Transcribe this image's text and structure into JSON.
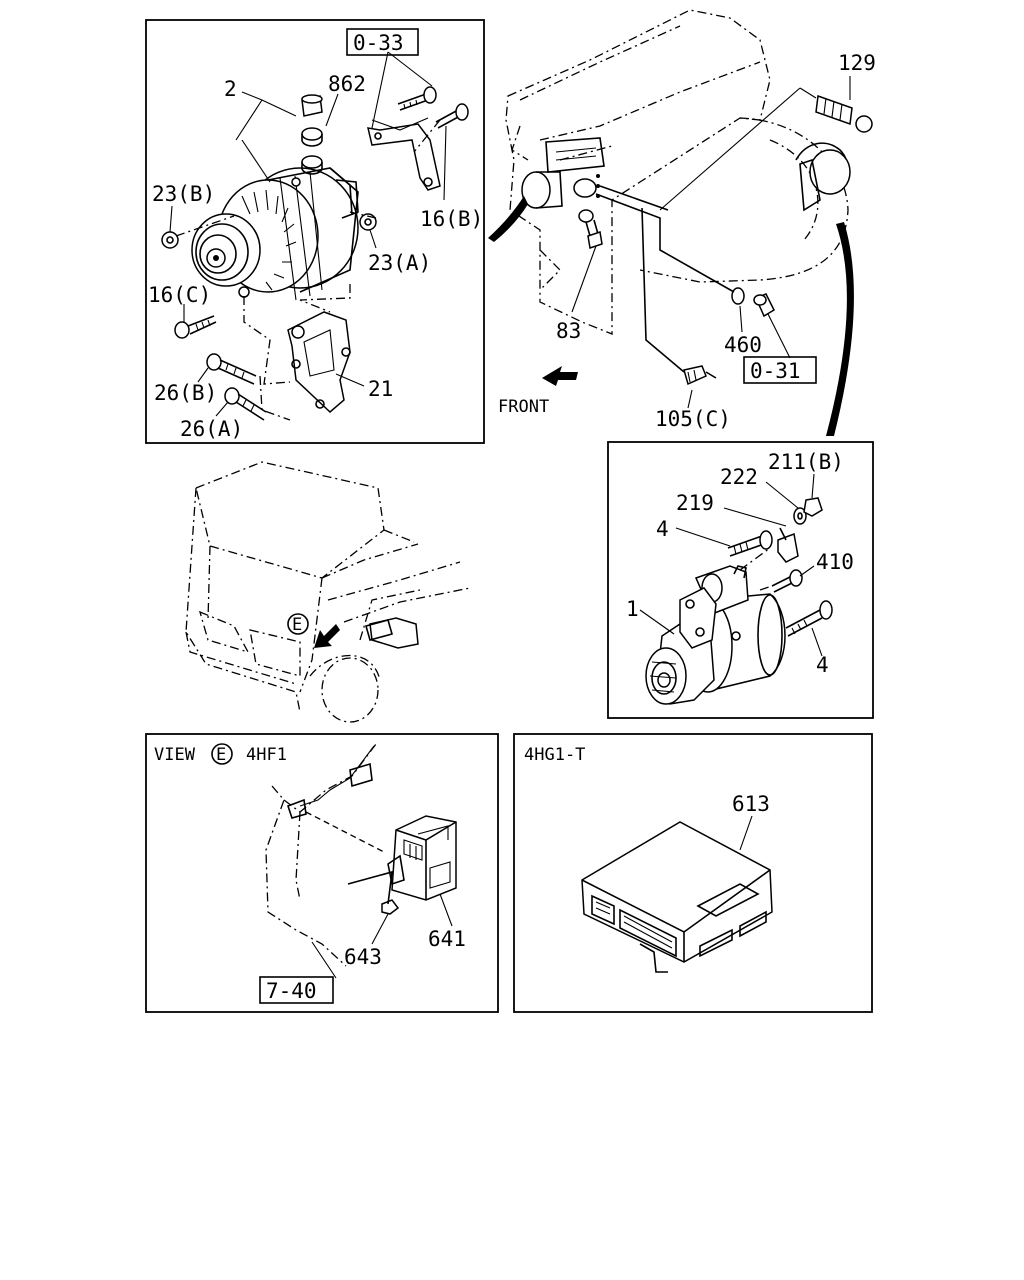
{
  "callouts": {
    "c2": "2",
    "c862": "862",
    "c0_33": "0-33",
    "c23b": "23(B)",
    "c16b": "16(B)",
    "c23a": "23(A)",
    "c16c": "16(C)",
    "c21": "21",
    "c26b": "26(B)",
    "c26a": "26(A)",
    "c129": "129",
    "c83": "83",
    "c460": "460",
    "c0_31": "0-31",
    "front": "FRONT",
    "c105c": "105(C)",
    "c222": "222",
    "c211b": "211(B)",
    "c219": "219",
    "c4a": "4",
    "c410": "410",
    "c1": "1",
    "c4b": "4",
    "view_e_circle": "E",
    "view_e_prefix": "VIEW",
    "view_e_model": "4HF1",
    "c641": "641",
    "c643": "643",
    "c7_40": "7-40",
    "model_4hg1t": "4HG1-T",
    "c613": "613"
  }
}
